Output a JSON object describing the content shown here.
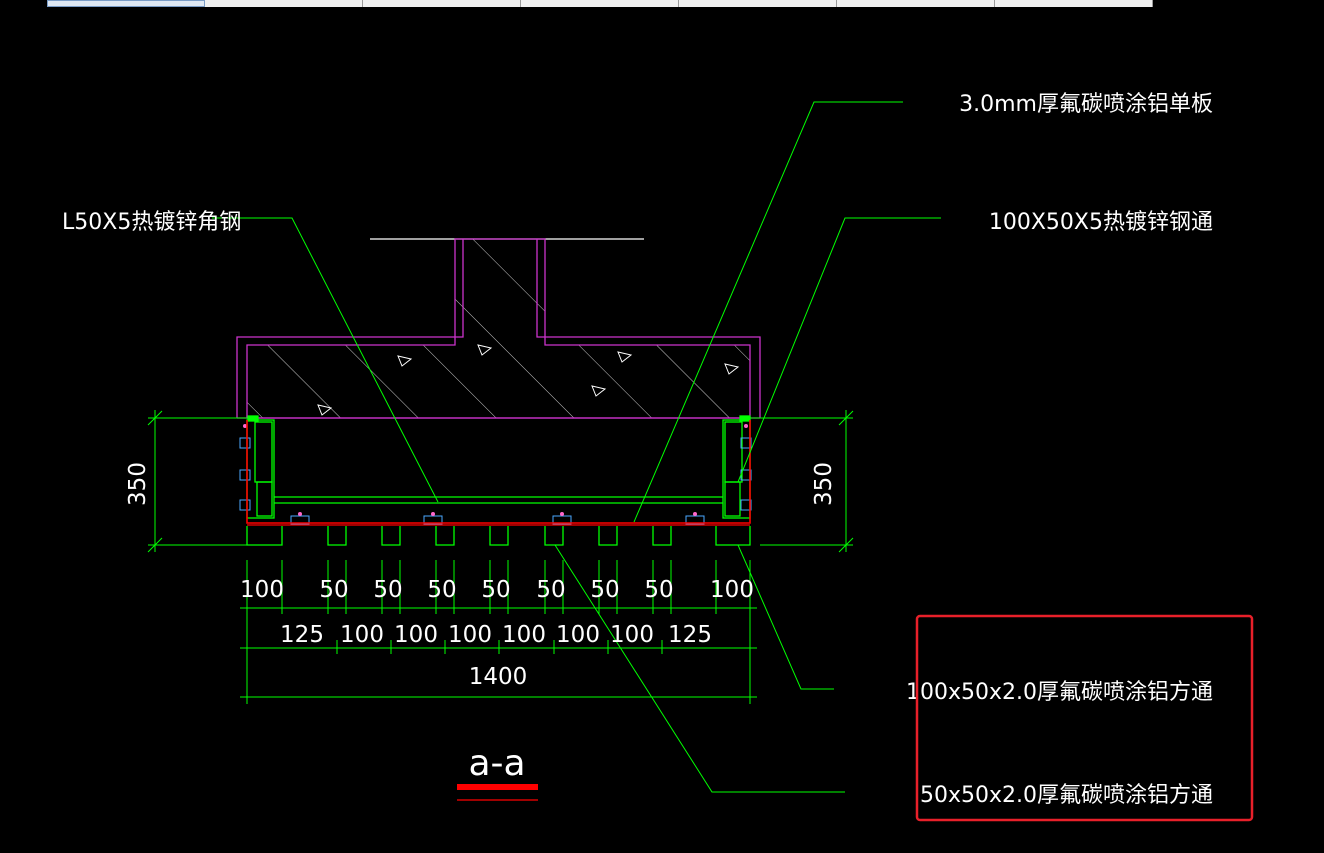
{
  "tabs": [
    {
      "label": ""
    },
    {
      "label": ""
    },
    {
      "label": ""
    },
    {
      "label": ""
    },
    {
      "label": ""
    },
    {
      "label": ""
    },
    {
      "label": ""
    }
  ],
  "labels": {
    "aluminum_panel": "3.0mm厚氟碳喷涂铝单板",
    "angle_steel": "L50X5热镀锌角钢",
    "steel_tube": "100X50X5热镀锌钢通",
    "square_tube_large": "100x50x2.0厚氟碳喷涂铝方通",
    "square_tube_small": "50x50x2.0厚氟碳喷涂铝方通"
  },
  "section_title": "a-a",
  "dimensions": {
    "height_left": "350",
    "height_right": "350",
    "widths_row1": [
      "100",
      "50",
      "50",
      "50",
      "50",
      "50",
      "50",
      "50",
      "100"
    ],
    "spacings_row2": [
      "125",
      "100",
      "100",
      "100",
      "100",
      "100",
      "100",
      "125"
    ],
    "total_width": "1400"
  },
  "colors": {
    "background": "#000000",
    "concrete_outline": "#cc33cc",
    "steel_and_tubes": "#00ff00",
    "aluminum_panel": "#ff0000",
    "leader_lines": "#00ff00",
    "highlight_box": "#e8202a",
    "text": "#ffffff"
  }
}
